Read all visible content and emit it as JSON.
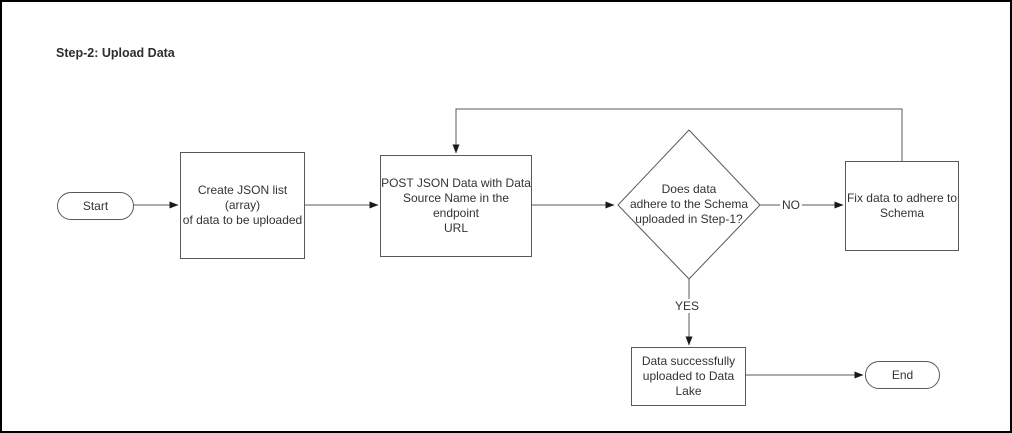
{
  "diagram": {
    "title": "Step-2: Upload Data",
    "colors": {
      "frame_border": "#000000",
      "shape_stroke": "#595959",
      "shape_fill": "#ffffff",
      "text": "#333333",
      "arrowhead": "#1a1a1a"
    },
    "nodes": {
      "start": {
        "type": "terminator",
        "label": "Start"
      },
      "create": {
        "type": "process",
        "label": "Create JSON list (array)\nof data to be uploaded"
      },
      "post": {
        "type": "process",
        "label": "POST JSON Data with Data\nSource Name in the endpoint\nURL"
      },
      "decision": {
        "type": "decision",
        "label": "Does data\nadhere to the Schema\nuploaded in Step-1?"
      },
      "fix": {
        "type": "process",
        "label": "Fix data to adhere to\nSchema"
      },
      "success": {
        "type": "process",
        "label": "Data successfully\nuploaded to Data\nLake"
      },
      "end": {
        "type": "terminator",
        "label": "End"
      }
    },
    "edges": {
      "no_label": "NO",
      "yes_label": "YES"
    }
  }
}
